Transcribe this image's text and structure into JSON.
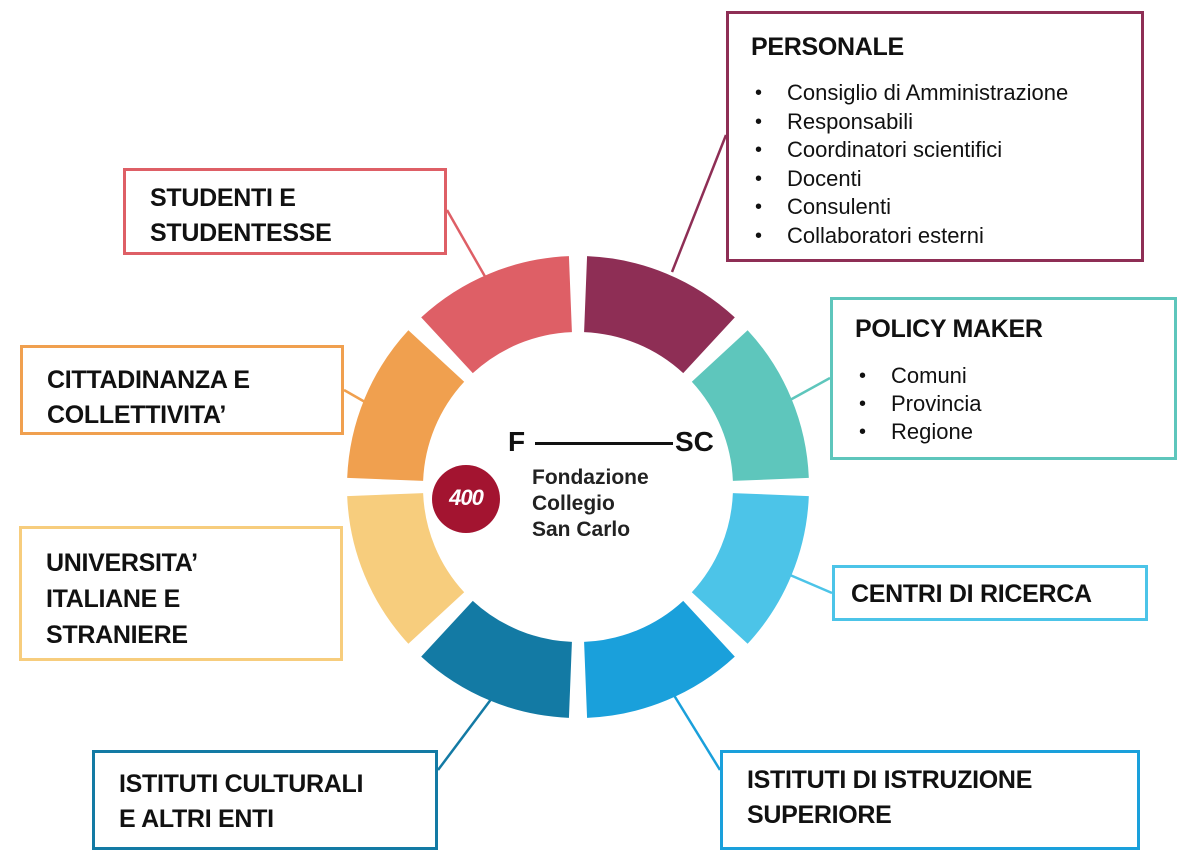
{
  "boxes": {
    "personale": {
      "title": "PERSONALE",
      "items": [
        "Consiglio di Amministrazione",
        "Responsabili",
        "Coordinatori scientifici",
        "Docenti",
        "Consulenti",
        "Collaboratori esterni"
      ],
      "color": "#8e2e55"
    },
    "studenti": {
      "title": "STUDENTI E\nSTUDENTESSE",
      "color": "#de5f66"
    },
    "policy": {
      "title": "POLICY MAKER",
      "items": [
        "Comuni",
        "Provincia",
        "Regione"
      ],
      "color": "#5ec6bc"
    },
    "cittadinanza": {
      "title": "CITTADINANZA E\nCOLLETTIVITA’",
      "color": "#f0a04f"
    },
    "universita": {
      "title": "UNIVERSITA’\nITALIANE E\nSTRANIERE",
      "color": "#f7cd7d"
    },
    "centri": {
      "title": "CENTRI DI RICERCA",
      "color": "#4cc4e8"
    },
    "istruzione": {
      "title": "ISTITUTI DI ISTRUZIONE\nSUPERIORE",
      "color": "#1aa0db"
    },
    "istituti_culturali": {
      "title": "ISTITUTI CULTURALI\nE ALTRI ENTI",
      "color": "#137aa4"
    }
  },
  "logo": {
    "fsc_left": "F",
    "fsc_right": "SC",
    "seal_text": "400",
    "seal_color": "#a31430",
    "org_name": "Fondazione\nCollegio\nSan Carlo"
  },
  "ring_segments": [
    {
      "key": "personale",
      "color": "#8e2e55"
    },
    {
      "key": "policy",
      "color": "#5ec6bc"
    },
    {
      "key": "centri",
      "color": "#4cc4e8"
    },
    {
      "key": "istruzione",
      "color": "#1aa0db"
    },
    {
      "key": "istituti_culturali",
      "color": "#137aa4"
    },
    {
      "key": "universita",
      "color": "#f7cd7d"
    },
    {
      "key": "cittadinanza",
      "color": "#f0a04f"
    },
    {
      "key": "studenti",
      "color": "#de5f66"
    }
  ]
}
